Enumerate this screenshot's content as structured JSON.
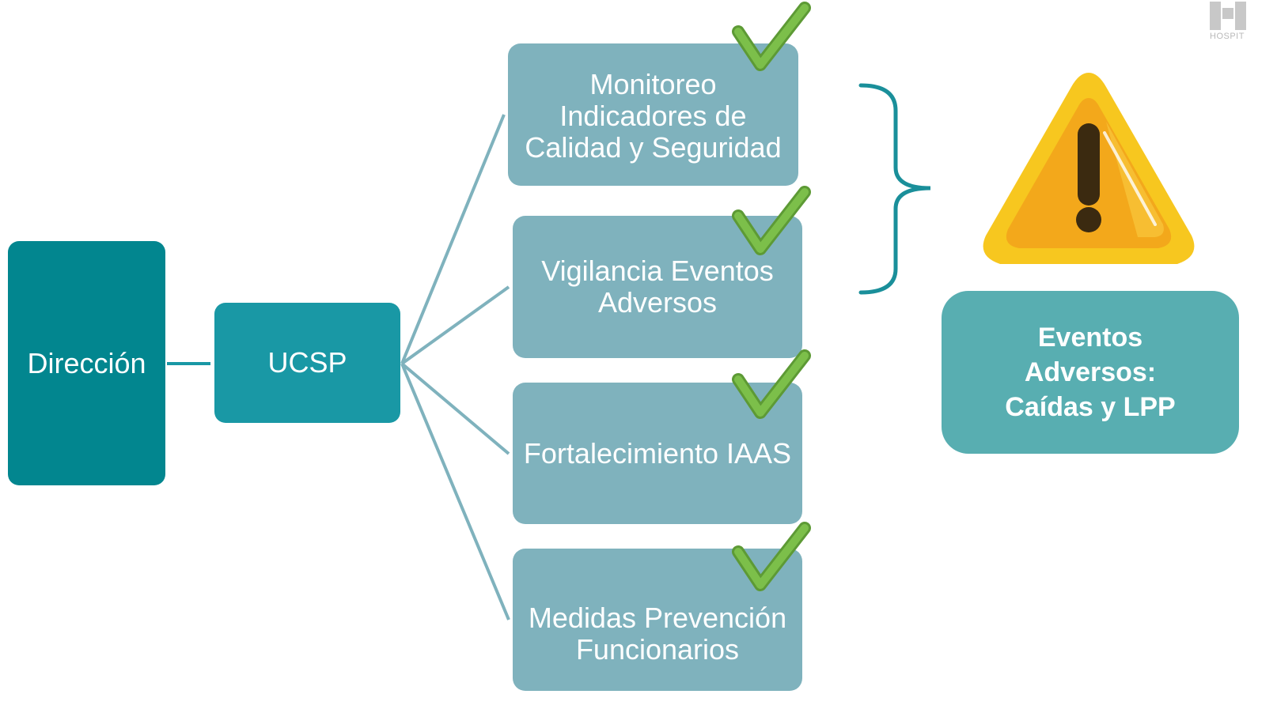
{
  "diagram": {
    "root": {
      "label": "Dirección"
    },
    "unit": {
      "label": "UCSP"
    },
    "children": [
      {
        "label": "Monitoreo Indicadores de Calidad y Seguridad",
        "checked": true
      },
      {
        "label": "Vigilancia Eventos Adversos",
        "checked": true
      },
      {
        "label": "Fortalecimiento IAAS",
        "checked": true
      },
      {
        "label": "Medidas Prevención Funcionarios",
        "checked": true
      }
    ],
    "callout": {
      "label": "Eventos\nAdversos:\nCaídas y LPP"
    },
    "icons": {
      "warning": "warning-triangle-icon",
      "check": "check-icon",
      "brace": "curly-brace-icon"
    }
  },
  "logo": {
    "text": "HOSPIT"
  },
  "colors": {
    "root": "#02868f",
    "unit": "#1998a5",
    "child": "#7fb2bd",
    "callout": "#58aeb1",
    "connector": "#7fb2bd",
    "check": "#6aad3d",
    "warning": "#f9c51a"
  }
}
